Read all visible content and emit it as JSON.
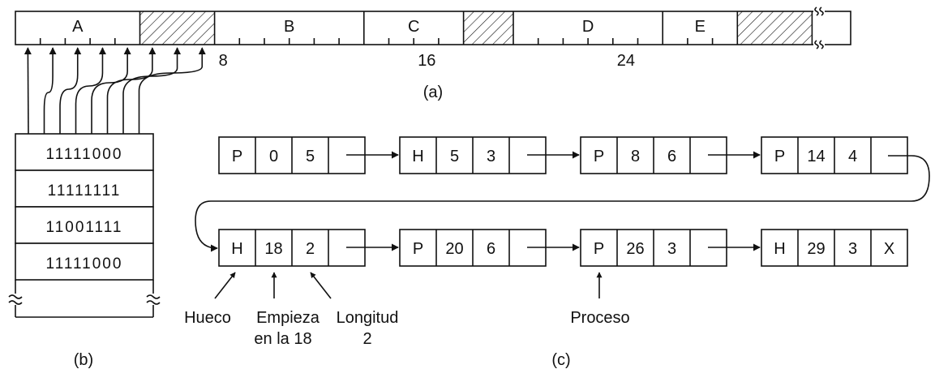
{
  "memory": {
    "segments": [
      {
        "label": "A",
        "type": "process",
        "units": 5
      },
      {
        "label": "",
        "type": "hole",
        "units": 3
      },
      {
        "label": "B",
        "type": "process",
        "units": 6
      },
      {
        "label": "C",
        "type": "process",
        "units": 4
      },
      {
        "label": "",
        "type": "hole",
        "units": 2
      },
      {
        "label": "D",
        "type": "process",
        "units": 6
      },
      {
        "label": "E",
        "type": "process",
        "units": 3
      },
      {
        "label": "",
        "type": "hole",
        "units": 3
      },
      {
        "label": "",
        "type": "continuation",
        "units": 3
      }
    ],
    "scale_labels": [
      {
        "text": "8",
        "unit": 8
      },
      {
        "text": "16",
        "unit": 16
      },
      {
        "text": "24",
        "unit": 24
      }
    ],
    "caption": "(a)"
  },
  "bitmap": {
    "rows": [
      "11111000",
      "11111111",
      "11001111",
      "11111000"
    ],
    "caption": "(b)"
  },
  "list": {
    "row1": [
      {
        "kind": "P",
        "start": "0",
        "len": "5",
        "next": ""
      },
      {
        "kind": "H",
        "start": "5",
        "len": "3",
        "next": ""
      },
      {
        "kind": "P",
        "start": "8",
        "len": "6",
        "next": ""
      },
      {
        "kind": "P",
        "start": "14",
        "len": "4",
        "next": ""
      }
    ],
    "row2": [
      {
        "kind": "H",
        "start": "18",
        "len": "2",
        "next": ""
      },
      {
        "kind": "P",
        "start": "20",
        "len": "6",
        "next": ""
      },
      {
        "kind": "P",
        "start": "26",
        "len": "3",
        "next": ""
      },
      {
        "kind": "H",
        "start": "29",
        "len": "3",
        "next": "X"
      }
    ],
    "annotations": {
      "hole": "Hueco",
      "start_line1": "Empieza",
      "start_line2": "en la 18",
      "length_line1": "Longitud",
      "length_line2": "2",
      "process": "Proceso"
    },
    "caption": "(c)"
  }
}
